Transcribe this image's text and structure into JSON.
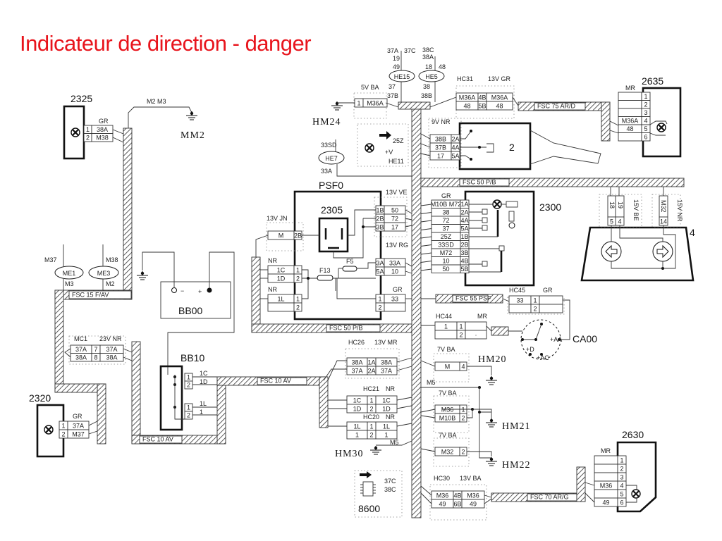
{
  "title": "Indicateur de direction - danger",
  "harness": {
    "fsc15": "FSC 15 F/AV",
    "fsc10a": "FSC 10 AV",
    "fsc10b": "FSC 10 AV",
    "fsc50_bottom": "FSC 50 P/B",
    "fsc50_top": "FSC 50 P/B",
    "fsc75": "FSC 75 AR/D",
    "fsc55": "FSC 55 PSF",
    "fsc70": "FSC 70 AR/G"
  },
  "components": {
    "c2325": "2325",
    "c2320": "2320",
    "c2635": "2635",
    "c2630": "2630",
    "c2305": "2305",
    "psf0": "PSF0",
    "c2300": "2300",
    "c2": "2",
    "c4": "4",
    "bb00": "BB00",
    "bb10": "BB10",
    "ca00": "CA00",
    "c8600": "8600"
  },
  "grounds": {
    "mm2": "MM2",
    "hm24": "HM24",
    "hm20": "HM20",
    "hm21": "HM21",
    "hm22": "HM22",
    "hm30": "HM30"
  },
  "splices": {
    "he15": "HE15",
    "he5": "HE5",
    "he7": "HE7",
    "he11": "HE11",
    "me1": "ME1",
    "me3": "ME3"
  },
  "connectors": {
    "c2325": {
      "color": "GR",
      "rows": [
        [
          "1",
          "38A"
        ],
        [
          "2",
          "M38"
        ]
      ]
    },
    "c2320": {
      "color": "GR",
      "rows": [
        [
          "1",
          "37A"
        ],
        [
          "2",
          "M37"
        ]
      ]
    },
    "mc1": {
      "name": "MC1",
      "spec": "23V NR",
      "rows": [
        [
          "37A",
          "7",
          "37A"
        ],
        [
          "38A",
          "8",
          "38A"
        ]
      ]
    },
    "bb10a": {
      "rows": [
        [
          "1"
        ],
        [
          "2"
        ]
      ]
    },
    "bb10b": {
      "rows": [
        [
          "1"
        ],
        [
          "2"
        ]
      ]
    },
    "hm24": {
      "spec": "5V BA",
      "rows": [
        [
          "1",
          "M36A"
        ]
      ]
    },
    "hc31": {
      "name": "HC31",
      "spec": "13V GR",
      "rows": [
        [
          "M36A",
          "4B",
          "M36A"
        ],
        [
          "48",
          "5B",
          "48"
        ]
      ]
    },
    "c2635": {
      "color": "MR",
      "rows": [
        [
          "",
          "1"
        ],
        [
          "",
          "2"
        ],
        [
          "",
          "3"
        ],
        [
          "M36A",
          "4"
        ],
        [
          "48",
          "5"
        ],
        [
          "",
          "6"
        ]
      ]
    },
    "sw2": {
      "spec": "9V NR",
      "rows": [
        [
          "38B",
          "2A"
        ],
        [
          "37B",
          "4A"
        ],
        [
          "17",
          "5A"
        ]
      ]
    },
    "psf_jn": {
      "spec": "13V JN",
      "rows": [
        [
          "M",
          "2B"
        ]
      ]
    },
    "psf_nr1": {
      "color": "NR",
      "rows": [
        [
          "1C",
          "1"
        ],
        [
          "1D",
          "2"
        ]
      ]
    },
    "psf_nr2": {
      "color": "NR",
      "rows": [
        [
          "1L",
          "1"
        ],
        [
          "",
          "2"
        ]
      ]
    },
    "psf_ve": {
      "spec": "13V VE",
      "rows": [
        [
          "1B",
          "50"
        ],
        [
          "2B",
          "72"
        ],
        [
          "3B",
          "17"
        ]
      ]
    },
    "psf_rg": {
      "spec": "13V RG",
      "rows": [
        [
          "3A",
          "33A"
        ],
        [
          "5A",
          "10"
        ]
      ]
    },
    "psf_gr": {
      "color": "GR",
      "rows": [
        [
          "1",
          "33"
        ],
        [
          "2",
          ""
        ]
      ]
    },
    "c2300": {
      "color": "GR",
      "rows": [
        [
          "M10B M72",
          "1A"
        ],
        [
          "38",
          "2A"
        ],
        [
          "72",
          "4A"
        ],
        [
          "37",
          "5A"
        ],
        [
          "25Z",
          "1B"
        ],
        [
          "33SD",
          "2B"
        ],
        [
          "M72",
          "3B"
        ],
        [
          "10",
          "4B"
        ],
        [
          "50",
          "5B"
        ]
      ]
    },
    "c4a": {
      "spec": "15V BE",
      "top": [
        "18",
        "19"
      ],
      "rows": [
        [
          "5",
          "4"
        ]
      ]
    },
    "c4b": {
      "spec": "15V NR",
      "top": [
        "M32"
      ],
      "rows": [
        [
          "14"
        ]
      ]
    },
    "hc45": {
      "name": "HC45",
      "color": "GR",
      "rows": [
        [
          "33",
          "1",
          ""
        ],
        [
          "",
          "2",
          ""
        ]
      ]
    },
    "hc44": {
      "name": "HC44",
      "color": "MR",
      "rows": [
        [
          "1",
          "1",
          ""
        ],
        [
          "",
          "2",
          "·"
        ]
      ]
    },
    "hc26": {
      "name": "HC26",
      "spec": "13V MR",
      "rows": [
        [
          "38A",
          "1A",
          "38A"
        ],
        [
          "37A",
          "2A",
          "37A"
        ]
      ]
    },
    "hc21": {
      "name": "HC21",
      "color": "NR",
      "rows": [
        [
          "1C",
          "1",
          "1C"
        ],
        [
          "1D",
          "2",
          "1D"
        ]
      ]
    },
    "hc20": {
      "name": "HC20",
      "color": "NR",
      "rows": [
        [
          "1L",
          "1",
          "1L"
        ],
        [
          "1",
          "2",
          "1"
        ]
      ]
    },
    "ba1": {
      "spec": "7V BA",
      "rows": [
        [
          "M",
          "4"
        ]
      ]
    },
    "ba2": {
      "spec": "7V BA",
      "rows": [
        [
          "M36",
          "1"
        ],
        [
          "M10B",
          "2"
        ]
      ]
    },
    "ba3": {
      "spec": "7V BA",
      "rows": [
        [
          "M32",
          "2"
        ]
      ]
    },
    "hc30": {
      "name": "HC30",
      "spec": "13V BA",
      "rows": [
        [
          "M36",
          "4B",
          "M36"
        ],
        [
          "49",
          "6B",
          "49"
        ]
      ]
    },
    "c2630": {
      "color": "MR",
      "rows": [
        [
          "",
          "1"
        ],
        [
          "",
          "2"
        ],
        [
          "",
          "3"
        ],
        [
          "M36",
          "4"
        ],
        [
          "",
          "5"
        ],
        [
          "49",
          "6"
        ]
      ]
    }
  },
  "wires": {
    "m2m3": "M2 M3",
    "m37": "M37",
    "m38": "M38",
    "m3": "M3",
    "m2": "M2",
    "he15_37a": "37A",
    "he15_37c": "37C",
    "he15_19": "19",
    "he15_49": "49",
    "he15_37": "37",
    "he15_37b": "37B",
    "he5_38c": "38C",
    "he5_38a": "38A",
    "he5_18": "18",
    "he5_48": "48",
    "he5_38": "38",
    "he5_38b": "38B",
    "he7_33sd": "33SD",
    "he7_33a": "33A",
    "he11_25z": "25Z",
    "he11_v": "+V",
    "bb10_1c": "1C",
    "bb10_1d": "1D",
    "bb10_1l": "1L",
    "bb10_1": "1",
    "bb00_neg": "−",
    "bb00_pos": "+",
    "f13": "F13",
    "f5": "F5",
    "m5a": "M5",
    "m5b": "M5",
    "c8600_37c": "37C",
    "c8600_38c": "38C",
    "ca00_aa": "+AA",
    "ca00_d": "+D",
    "ca00_ac": "+AC"
  }
}
